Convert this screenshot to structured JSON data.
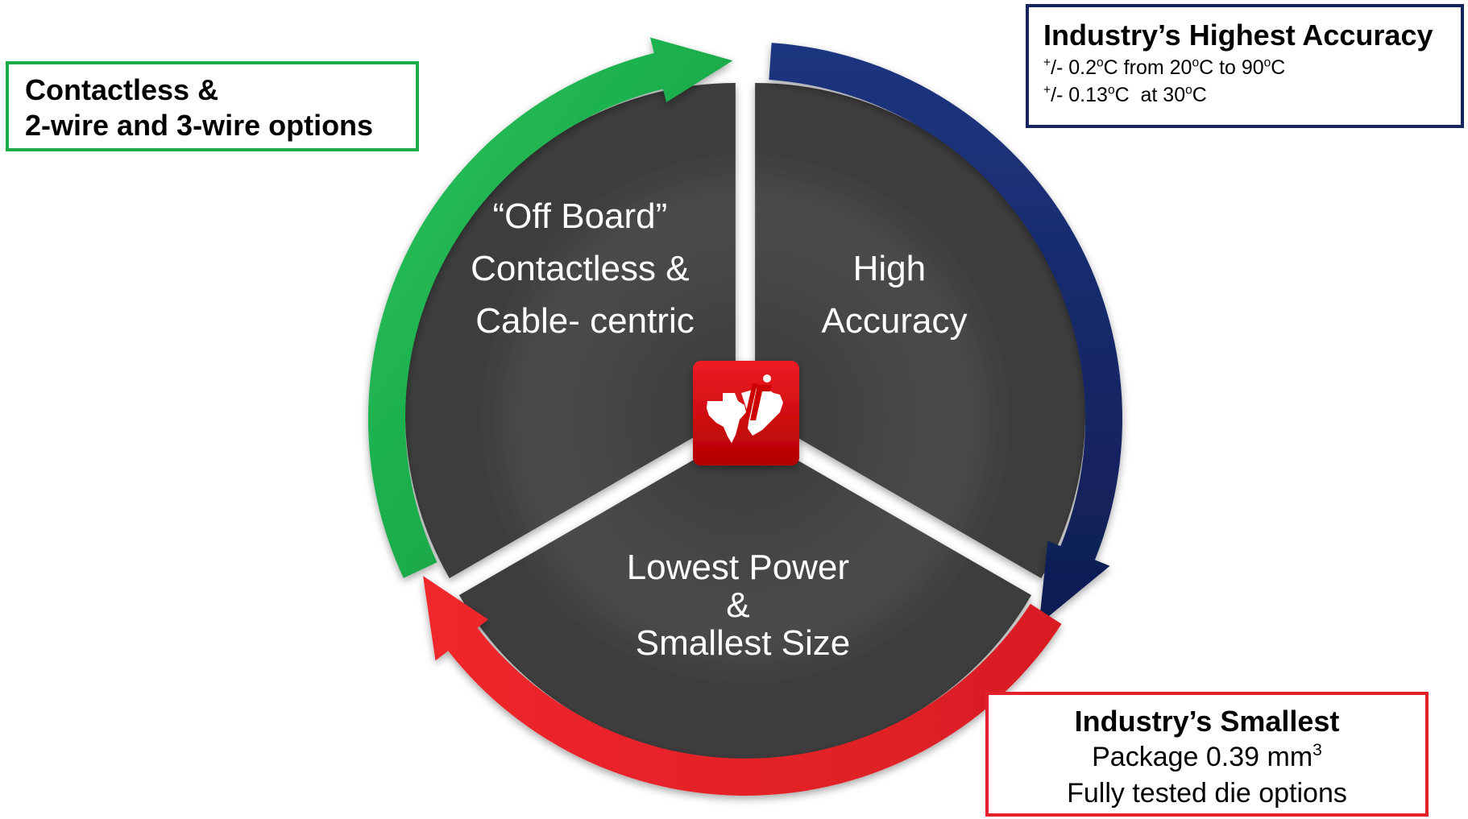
{
  "segments": {
    "off_board": {
      "lines": [
        "“Off Board”",
        "Contactless &",
        "Cable- centric"
      ]
    },
    "accuracy": {
      "lines": [
        "High",
        "Accuracy"
      ]
    },
    "power_size": {
      "lines": [
        "Lowest Power",
        "&",
        "Smallest Size"
      ]
    }
  },
  "callouts": {
    "green": {
      "lines": [
        "Contactless &",
        "2-wire and 3-wire options"
      ]
    },
    "blue": {
      "title": "Industry’s Highest Accuracy",
      "line1": {
        "pm_sup": "+",
        "pm": "/- 0.2",
        "deg1": "o",
        "mid": "C from 20",
        "deg2": "o",
        "mid2": "C to 90",
        "deg3": "o",
        "end": "C"
      },
      "line2": {
        "pm_sup": "+",
        "pm": "/- 0.13",
        "deg1": "o",
        "end": "C  at 30",
        "deg2": "o",
        "end2": "C"
      }
    },
    "red": {
      "title": "Industry’s Smallest",
      "package_text": "Package 0.39 mm",
      "package_sup": "3",
      "line3": "Fully tested die options"
    }
  },
  "colors": {
    "segment_fill": "#4a4a4a",
    "green_arrow": "#1aab4a",
    "blue_arrow": "#14245c",
    "red_arrow": "#e4202a",
    "logo_red": "#cc0000"
  },
  "icons": {
    "logo": "texas-instruments-logo-icon"
  }
}
